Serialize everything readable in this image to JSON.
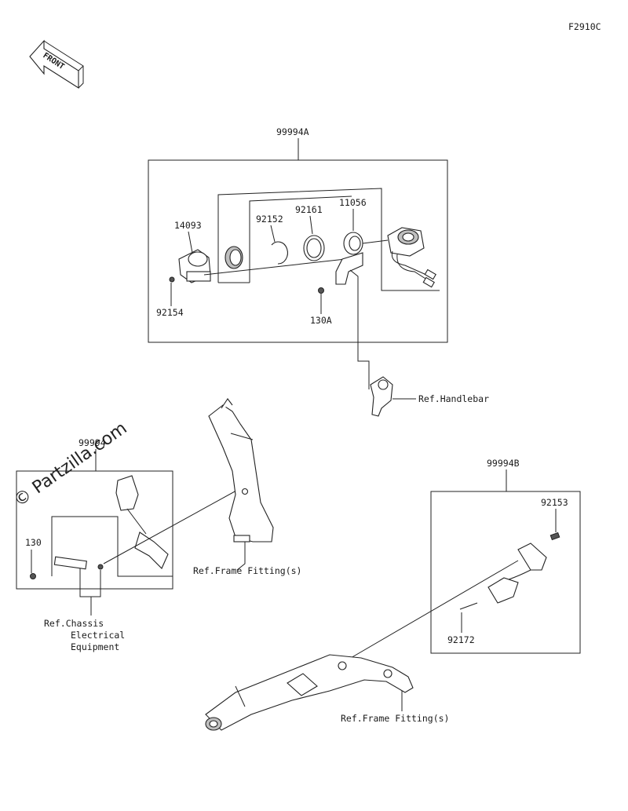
{
  "figure_code": "F2910C",
  "front_label": "FRONT",
  "watermark": "© Partzilla.com",
  "callouts": {
    "kit_a": "99994A",
    "kit_b": "99994B",
    "kit_c": "99994",
    "p14093": "14093",
    "p92152": "92152",
    "p92161": "92161",
    "p11056": "11056",
    "p92154": "92154",
    "p130A": "130A",
    "p130": "130",
    "p92153": "92153",
    "p92172": "92172"
  },
  "refs": {
    "handlebar": "Ref.Handlebar",
    "frame_fitting_1": "Ref.Frame Fitting(s)",
    "frame_fitting_2": "Ref.Frame Fitting(s)",
    "chassis_line1": "Ref.Chassis",
    "chassis_line2": "Electrical",
    "chassis_line3": "Equipment"
  }
}
